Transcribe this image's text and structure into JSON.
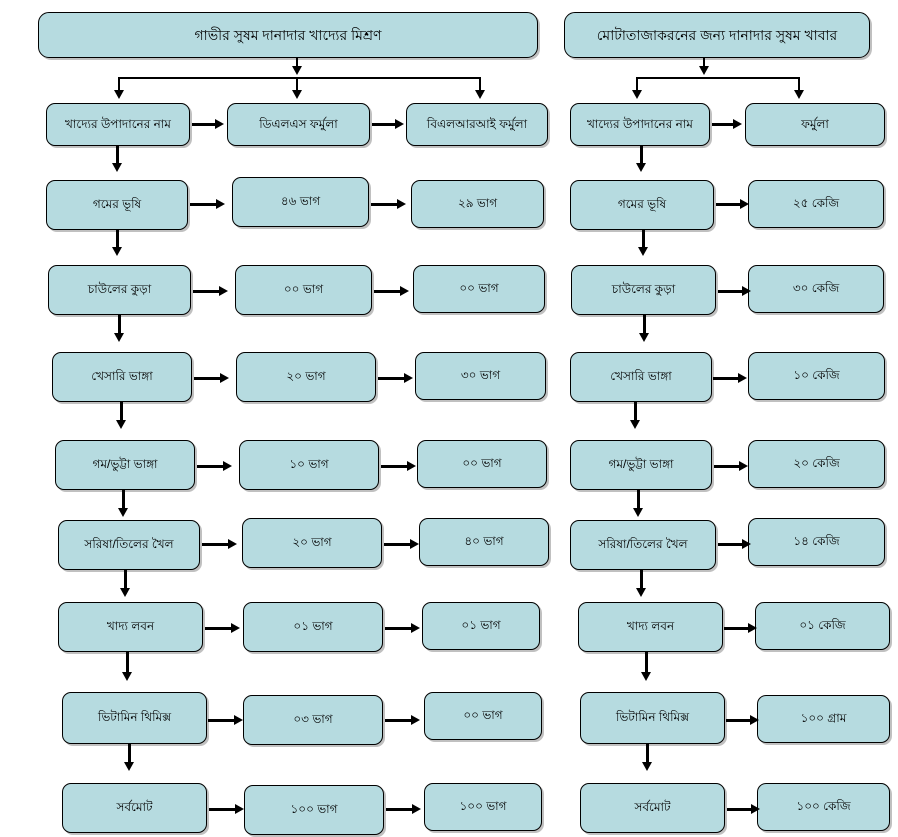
{
  "diagram": {
    "type": "flowchart",
    "panels": [
      {
        "id": "left-panel",
        "title": "গাভীর সুষম দানাদার খাদ্যের মিশ্রণ",
        "columns": [
          "খাদ্যের উপাদানের নাম",
          "ডিএলএস ফর্মুলা",
          "বিএলআরআই ফর্মুলা"
        ],
        "rows": [
          {
            "ingredient": "গমের ভূষি",
            "dls": "৪৬ ভাগ",
            "blri": "২৯ ভাগ"
          },
          {
            "ingredient": "চাউলের কুড়া",
            "dls": "০০ ভাগ",
            "blri": "০০ ভাগ"
          },
          {
            "ingredient": "খেসারি ভাঙ্গা",
            "dls": "২০ ভাগ",
            "blri": "৩০ ভাগ"
          },
          {
            "ingredient": "গম/ভুট্টা ভাঙ্গা",
            "dls": "১০ ভাগ",
            "blri": "০০ ভাগ"
          },
          {
            "ingredient": "সরিষা/তিলের খৈল",
            "dls": "২০ ভাগ",
            "blri": "৪০ ভাগ"
          },
          {
            "ingredient": "খাদ্য লবন",
            "dls": "০১  ভাগ",
            "blri": "০১  ভাগ"
          },
          {
            "ingredient": "ভিটামিন থিমিক্স",
            "dls": "০৩  ভাগ",
            "blri": "০০  ভাগ"
          },
          {
            "ingredient": "সর্বমোট",
            "dls": "১০০  ভাগ",
            "blri": "১০০  ভাগ"
          }
        ]
      },
      {
        "id": "right-panel",
        "title": "মোটাতাজাকরনের জন্য দানাদার সুষম খাবার",
        "columns": [
          "খাদ্যের উপাদানের নাম",
          "ফর্মুলা"
        ],
        "rows": [
          {
            "ingredient": "গমের ভূষি",
            "amount": "২৫ কেজি"
          },
          {
            "ingredient": "চাউলের কুড়া",
            "amount": "৩০ কেজি"
          },
          {
            "ingredient": "খেসারি ভাঙ্গা",
            "amount": "১০ কেজি"
          },
          {
            "ingredient": "গম/ভুট্টা ভাঙ্গা",
            "amount": "২০ কেজি"
          },
          {
            "ingredient": "সরিষা/তিলের খৈল",
            "amount": "১৪ কেজি"
          },
          {
            "ingredient": "খাদ্য লবন",
            "amount": "০১ কেজি"
          },
          {
            "ingredient": "ভিটামিন থিমিক্স",
            "amount": "১০০ গ্রাম"
          },
          {
            "ingredient": "সর্বমোট",
            "amount": "১০০ কেজি"
          }
        ]
      }
    ],
    "colors": {
      "node_fill": "#b6dbe0",
      "node_border": "#000000",
      "connector": "#000000",
      "background": "#ffffff"
    }
  }
}
